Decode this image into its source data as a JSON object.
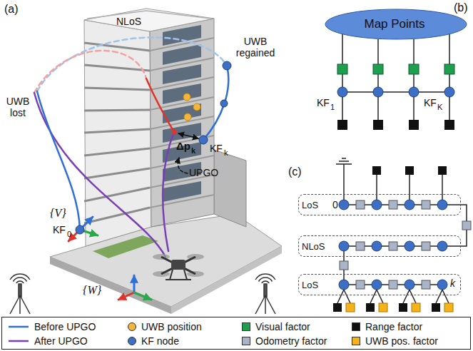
{
  "diagram": {
    "nodes": [
      {
        "text": [
          "Map Points"
        ]
      },
      {
        "text": [
          "LoS"
        ]
      },
      {
        "text": [
          "NLoS"
        ]
      },
      {
        "text": [
          "LoS"
        ]
      }
    ],
    "labels": [
      "(a)",
      "NLoS",
      "UWB regained",
      "UWB lost",
      "Δp",
      "k",
      "KF",
      "k",
      "UPGO",
      "{V}",
      "KF",
      "0",
      "{W}",
      "(b)",
      "KF",
      "1",
      "KF",
      "K",
      "(c)",
      "0",
      "k"
    ],
    "legend": [
      {
        "text": "Before UPGO"
      },
      {
        "text": "UWB position",
        "color": "#f4b63f"
      },
      {
        "text": "Visual factor",
        "color": "#1e9e4f"
      },
      {
        "text": "Range factor",
        "color": "#111111"
      },
      {
        "text": "After UPGO"
      },
      {
        "text": "KF node",
        "color": "#3d6fc4"
      },
      {
        "text": "Odometry factor",
        "color": "#a9b4c8"
      },
      {
        "text": "UWB pos. factor",
        "color": "#f5b31b"
      }
    ]
  }
}
